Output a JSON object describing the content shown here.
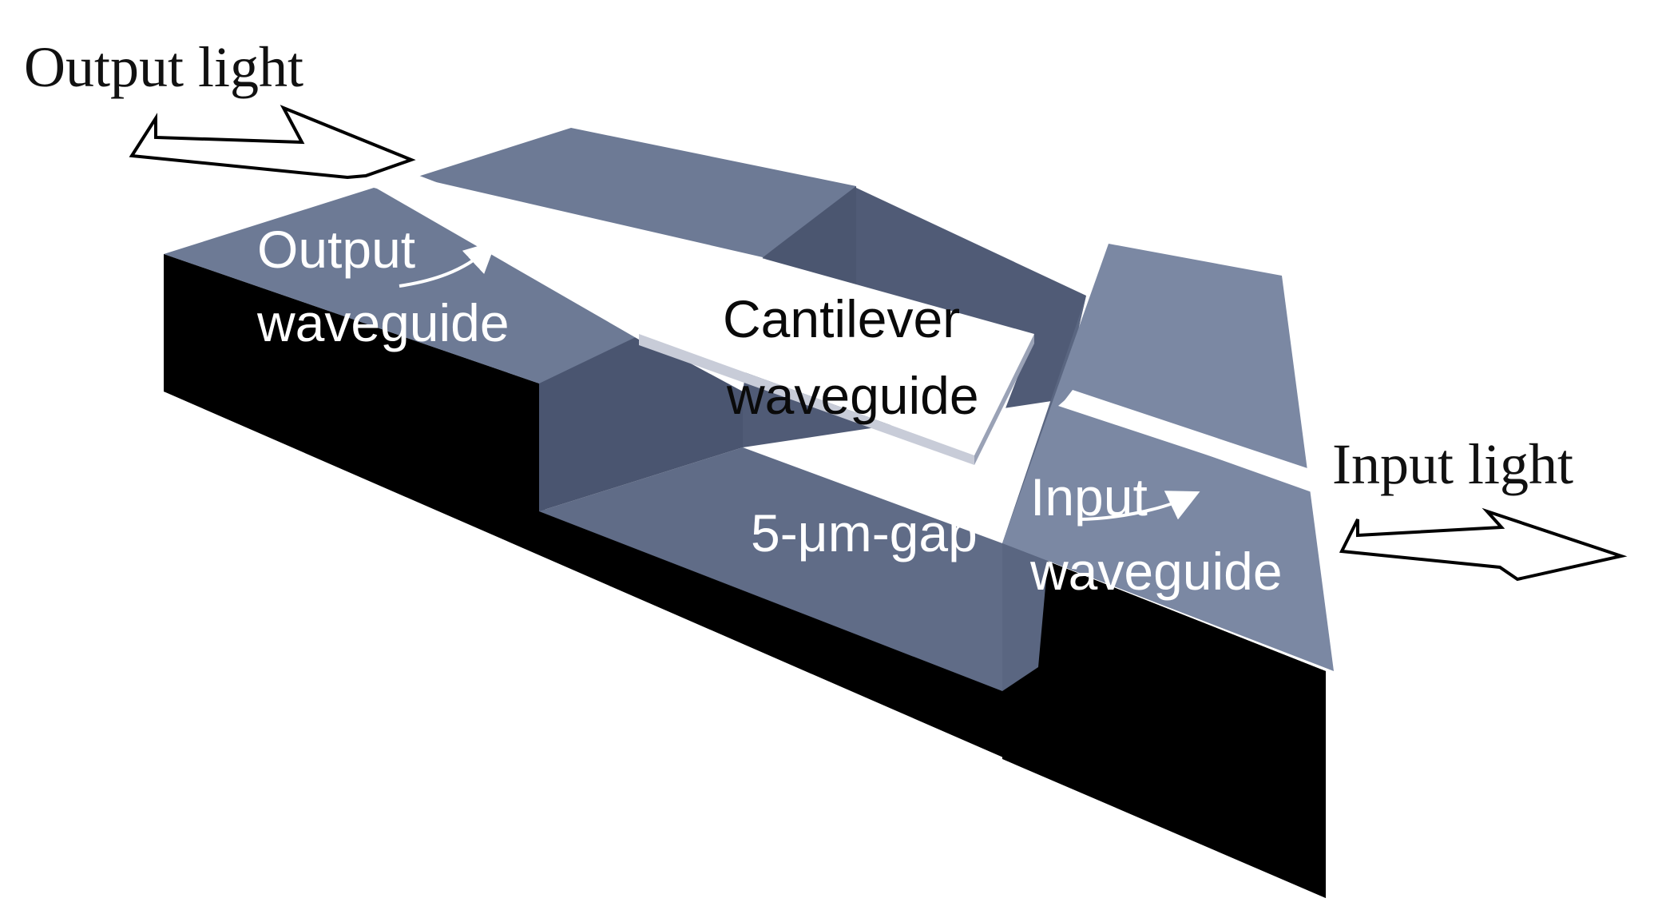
{
  "labels": {
    "output_light": "Output light",
    "input_light": "Input light",
    "output_waveguide_line1": "Output",
    "output_waveguide_line2": "waveguide",
    "cantilever_line1": "Cantilever",
    "cantilever_line2": "waveguide",
    "gap": "5-μm-gap",
    "input_waveguide_line1": "Input",
    "input_waveguide_line2": "waveguide"
  },
  "colors": {
    "background": "#ffffff",
    "slab_top": "#6d7a95",
    "slab_top_light": "#7b88a3",
    "slab_side": "#000000",
    "trench_wall": "#4b5670",
    "trench_floor": "#606c87",
    "waveguide": "#ffffff",
    "cantilever_edge": "#c8ccd8"
  },
  "icons": {
    "output_arrow": "hollow-arrow-left-icon",
    "input_arrow": "hollow-arrow-left-icon",
    "curved_pointer": "curved-arrow-icon"
  }
}
